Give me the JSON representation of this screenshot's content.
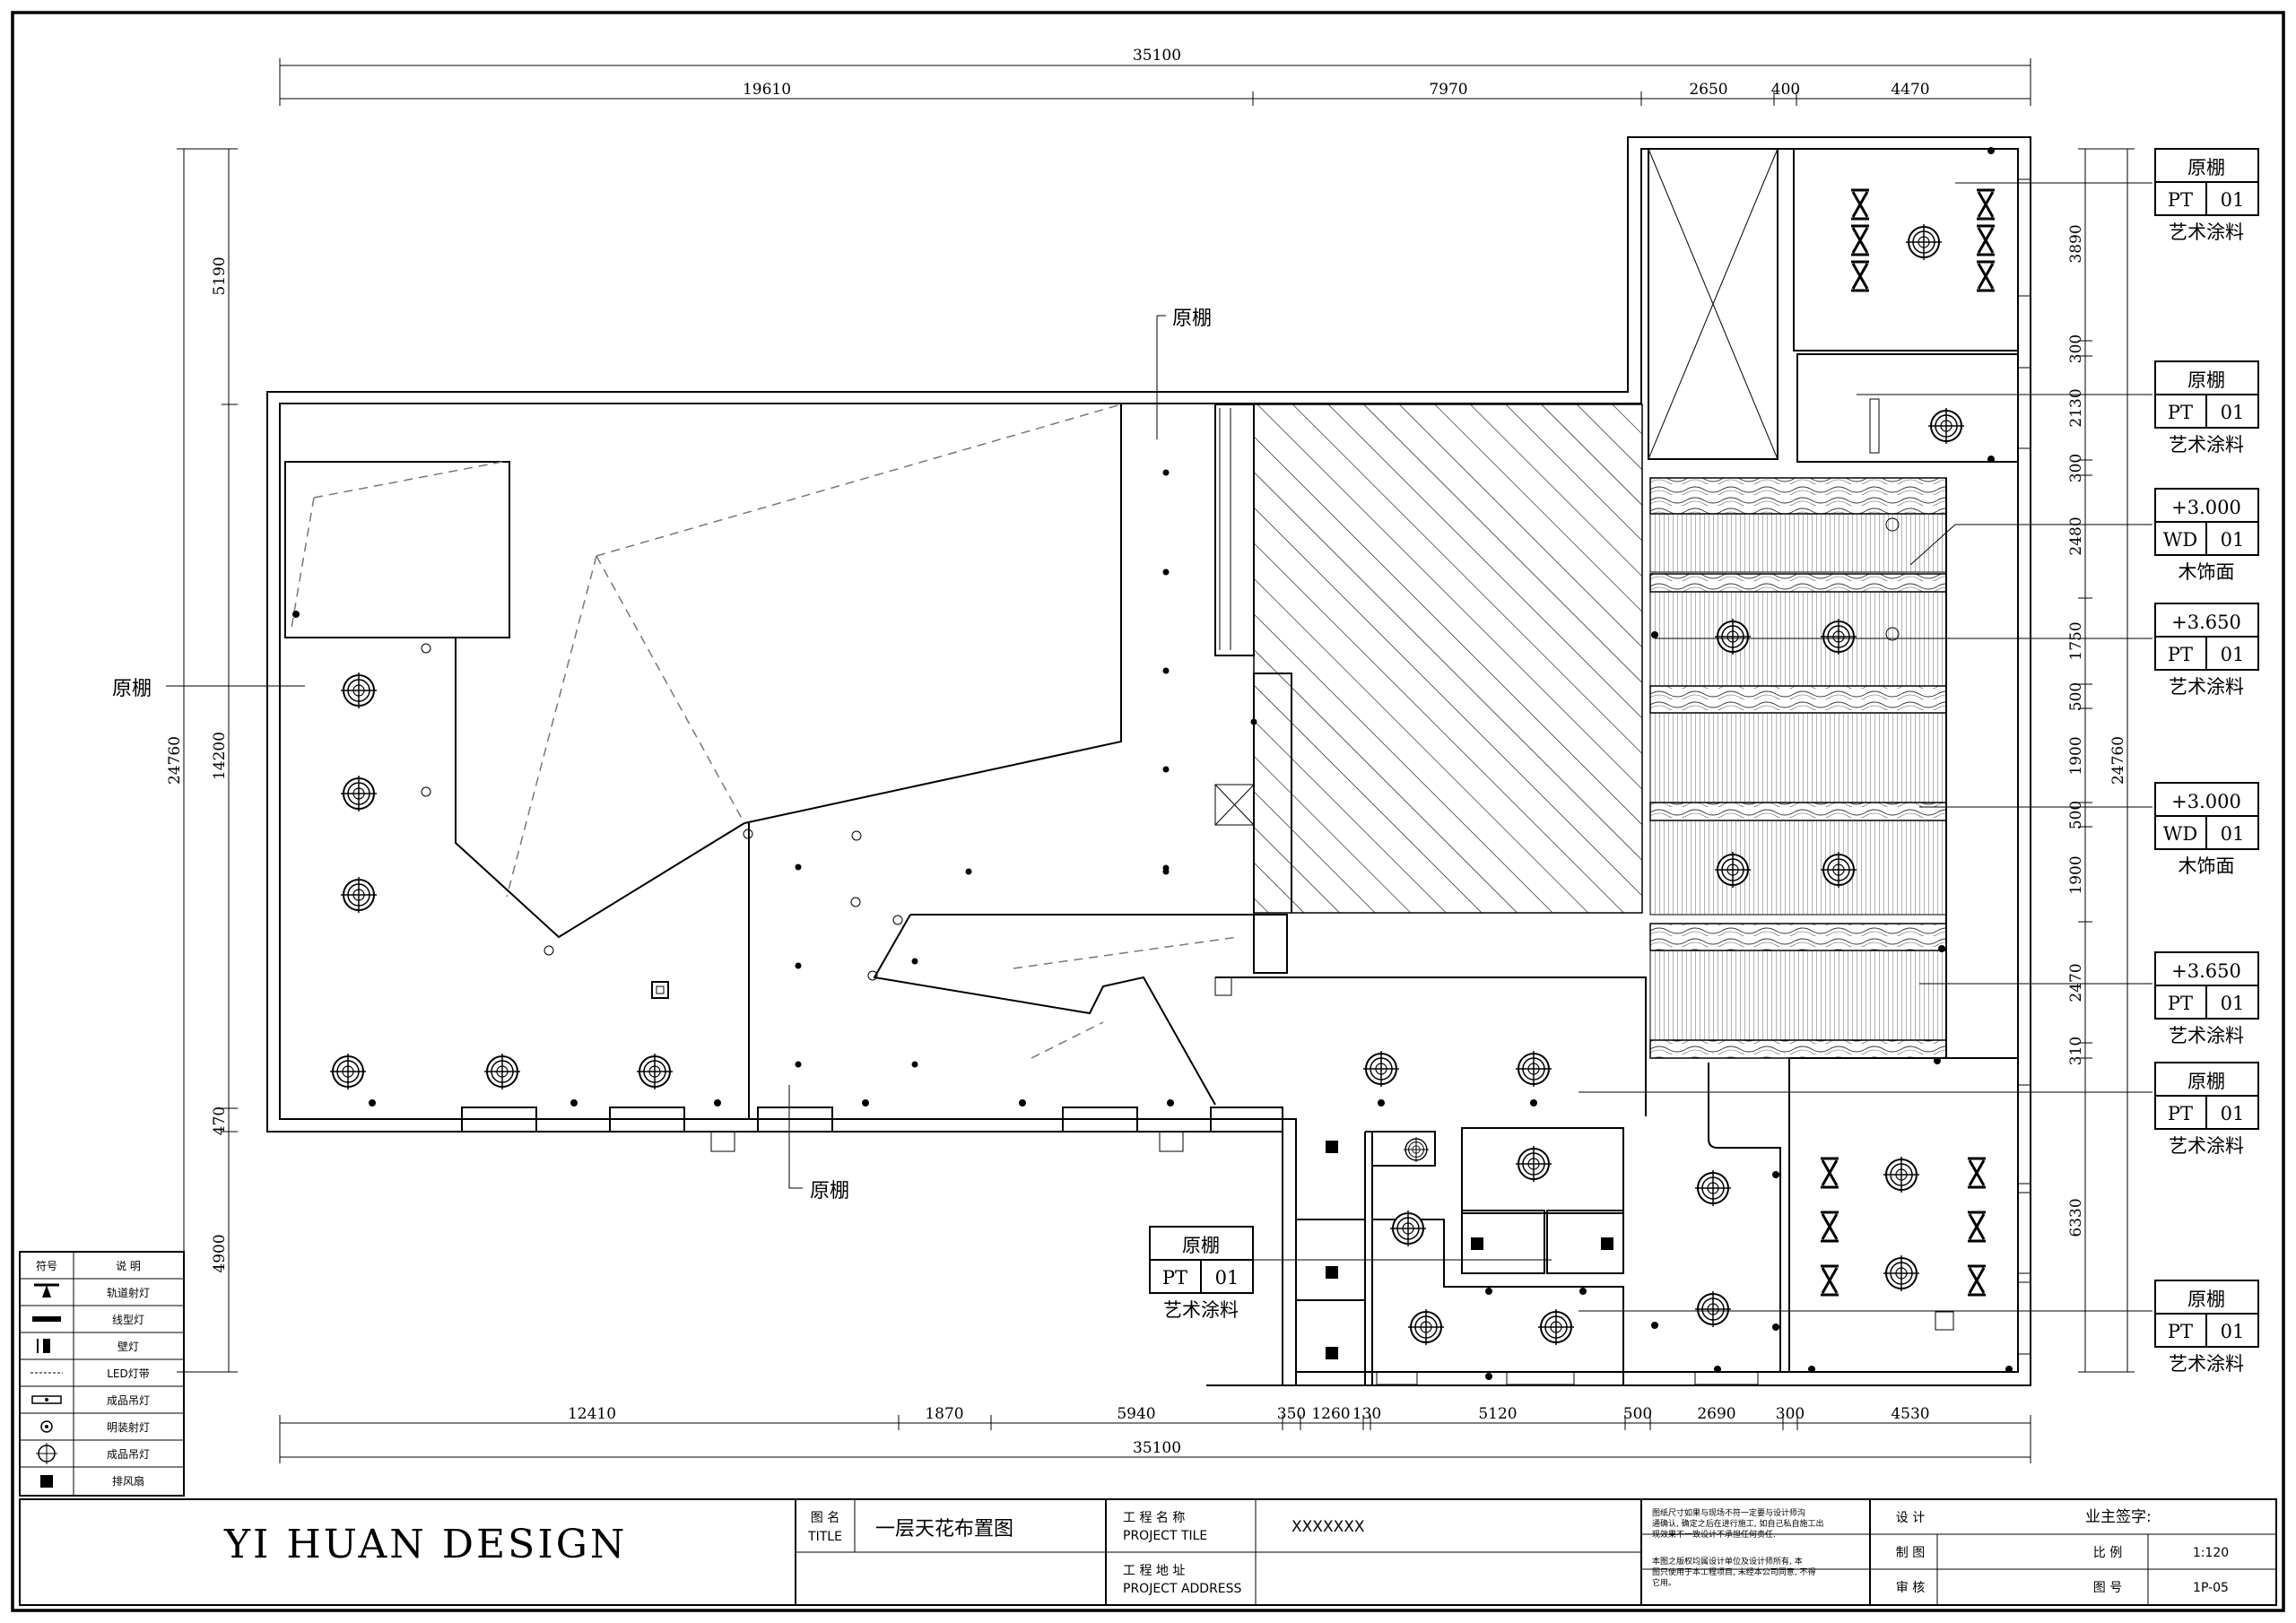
{
  "drawing": {
    "top_dims": {
      "overall": "35100",
      "segments": [
        "19610",
        "7970",
        "2650",
        "400",
        "4470"
      ]
    },
    "bottom_dims": {
      "overall": "35100",
      "segments": [
        "12410",
        "1870",
        "5940",
        "350",
        "1260",
        "130",
        "5120",
        "500",
        "2690",
        "300",
        "4530"
      ]
    },
    "left_dims": {
      "overall": "24760",
      "segments": [
        "5190",
        "14200",
        "470",
        "4900"
      ]
    },
    "right_dims": {
      "overall": "24760",
      "segments": [
        "3890",
        "300",
        "2130",
        "300",
        "2480",
        "1750",
        "500",
        "1900",
        "500",
        "1900",
        "2470",
        "310",
        "6330"
      ]
    },
    "callouts": {
      "original_ceiling": "原棚"
    },
    "tags": [
      {
        "top": "原棚",
        "code": "PT",
        "num": "01",
        "desc": "艺术涂料"
      },
      {
        "top": "原棚",
        "code": "PT",
        "num": "01",
        "desc": "艺术涂料"
      },
      {
        "top": "+3.000",
        "code": "WD",
        "num": "01",
        "desc": "木饰面"
      },
      {
        "top": "+3.650",
        "code": "PT",
        "num": "01",
        "desc": "艺术涂料"
      },
      {
        "top": "+3.000",
        "code": "WD",
        "num": "01",
        "desc": "木饰面"
      },
      {
        "top": "+3.650",
        "code": "PT",
        "num": "01",
        "desc": "艺术涂料"
      },
      {
        "top": "原棚",
        "code": "PT",
        "num": "01",
        "desc": "艺术涂料"
      },
      {
        "top": "原棚",
        "code": "PT",
        "num": "01",
        "desc": "艺术涂料"
      },
      {
        "top": "原棚",
        "code": "PT",
        "num": "01",
        "desc": "艺术涂料"
      }
    ]
  },
  "legend": {
    "header_symbol": "符号",
    "header_desc": "说 明",
    "rows": [
      {
        "icon": "track-spotlight-icon",
        "label": "轨道射灯"
      },
      {
        "icon": "linear-light-icon",
        "label": "线型灯"
      },
      {
        "icon": "wall-lamp-icon",
        "label": "壁灯"
      },
      {
        "icon": "led-strip-icon",
        "label": "LED灯带"
      },
      {
        "icon": "pendant-lamp-icon",
        "label": "成品吊灯"
      },
      {
        "icon": "surface-spotlight-icon",
        "label": "明装射灯"
      },
      {
        "icon": "chandelier-icon",
        "label": "成品吊灯"
      },
      {
        "icon": "exhaust-fan-icon",
        "label": "排风扇"
      }
    ]
  },
  "title_block": {
    "brand": "YI HUAN  DESIGN",
    "title_cn": "图 名",
    "title_en": "TITLE",
    "title_value": "一层天花布置图",
    "project_title_cn": "工 程 名 称",
    "project_title_en": "PROJECT TILE",
    "project_title_value": "XXXXXXX",
    "project_address_cn": "工 程 地 址",
    "project_address_en": "PROJECT ADDRESS",
    "notes": [
      "图纸尺寸如果与现场不符一定要与设计师沟",
      "通确认, 确定之后在进行施工, 如自己私自施工出",
      "现效果不一致设计不承担任何责任.",
      "本图之版权均属设计单位及设计师所有, 本",
      "图只使用于本工程项目, 未经本公司同意, 不得",
      "它用。"
    ],
    "design": "设 计",
    "drawing": "制 图",
    "review": "审 核",
    "owner_sign": "业主签字:",
    "scale_label": "比 例",
    "scale_value": "1:120",
    "sheet_label": "图 号",
    "sheet_value": "1P-05"
  }
}
